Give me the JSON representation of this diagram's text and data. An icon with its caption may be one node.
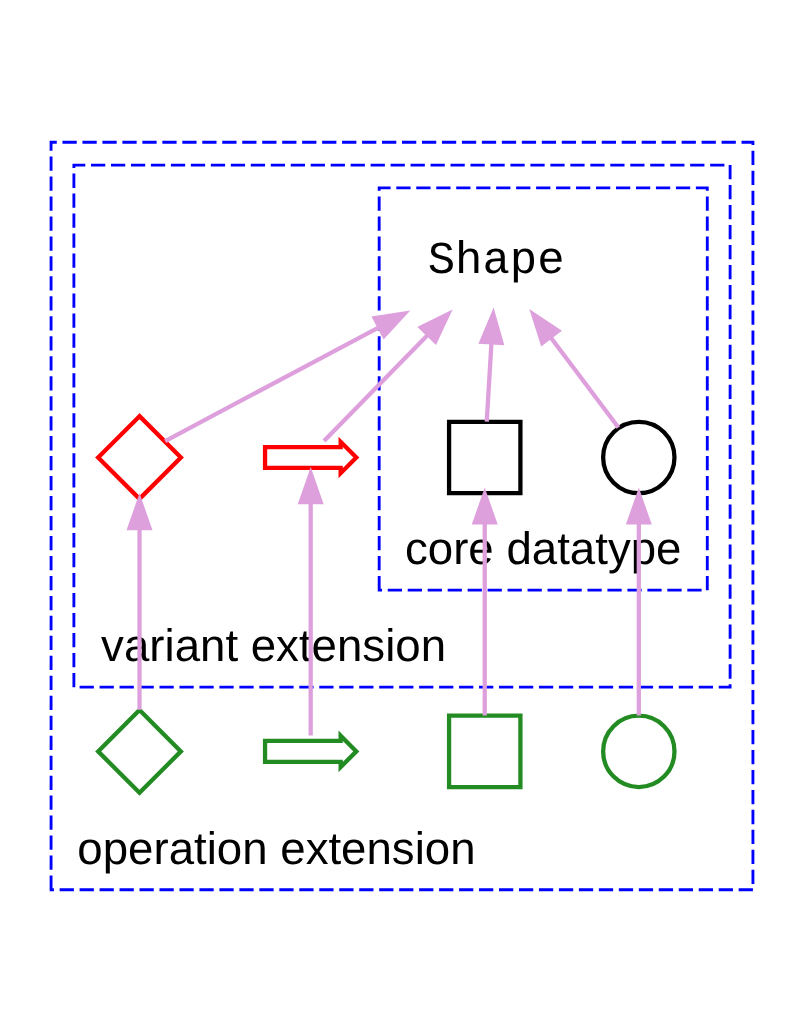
{
  "diagram": {
    "nodes": [
      {
        "text": [
          "operation extension"
        ]
      },
      {
        "text": [
          "variant extension"
        ],
        "in": 0
      },
      {
        "text": [
          "core datatype"
        ],
        "in": 1
      },
      {
        "text": [
          "Shape"
        ],
        "in": 2
      },
      {
        "text": [],
        "shape": "circle",
        "in": 2
      },
      {
        "text": [],
        "shape": "box",
        "in": 2
      },
      {
        "text": [],
        "shape": "arrow",
        "in": 1
      },
      {
        "text": [],
        "shape": "diamond",
        "in": 1
      },
      {
        "text": [],
        "shape": "circle",
        "in": 0
      },
      {
        "text": [],
        "shape": "box",
        "in": 0
      },
      {
        "text": [],
        "shape": "arrow",
        "in": 0
      },
      {
        "text": [],
        "shape": "diamond",
        "in": 0
      }
    ],
    "edges": [
      {
        "from": 4,
        "to": 3,
        "arrow": "to"
      },
      {
        "from": 5,
        "to": 3,
        "arrow": "to"
      },
      {
        "from": 6,
        "to": 3,
        "arrow": "to"
      },
      {
        "from": 7,
        "to": 3,
        "arrow": "to"
      },
      {
        "from": 8,
        "to": 4,
        "arrow": "to"
      },
      {
        "from": 9,
        "to": 5,
        "arrow": "to"
      },
      {
        "from": 10,
        "to": 6,
        "arrow": "to"
      },
      {
        "from": 11,
        "to": 7,
        "arrow": "to"
      }
    ]
  }
}
